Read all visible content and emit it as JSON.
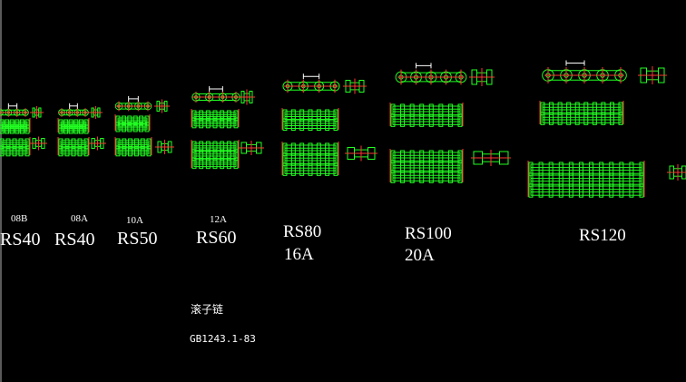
{
  "colors": {
    "background": "#000000",
    "outline": "#22ff22",
    "dimension": "#ffffff",
    "center_mark": "#ff3333",
    "text": "#ffffff"
  },
  "chains": [
    {
      "code": "08B",
      "model": "RS40"
    },
    {
      "code": "08A",
      "model": "RS40"
    },
    {
      "code": "10A",
      "model": "RS50"
    },
    {
      "code": "12A",
      "model": "RS60"
    },
    {
      "model": "RS80",
      "code": "16A"
    },
    {
      "model": "RS100",
      "code": "20A"
    },
    {
      "model": "RS120"
    }
  ],
  "notes": {
    "title": "滚子链",
    "standard": "GB1243.1-83"
  }
}
